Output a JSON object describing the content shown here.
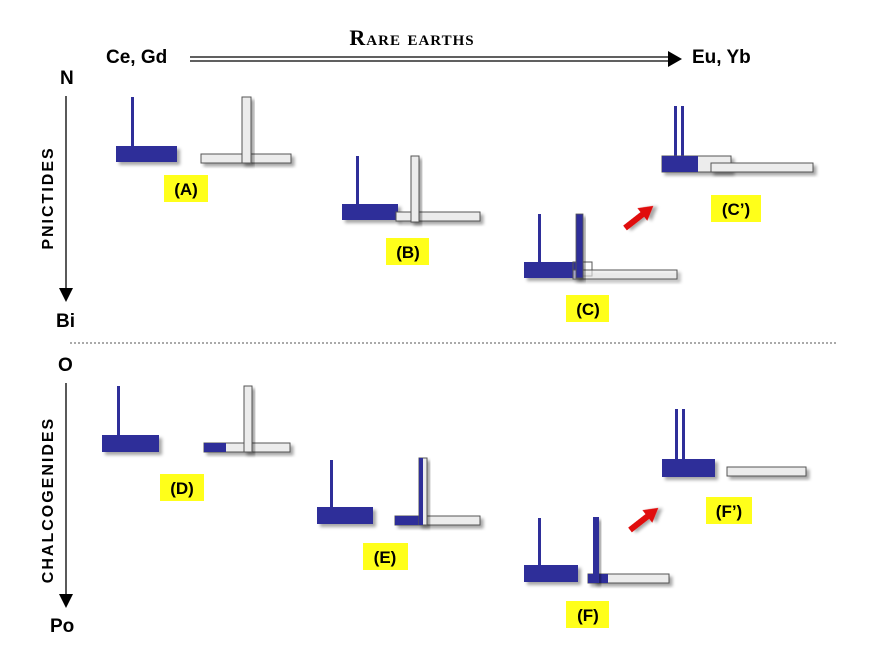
{
  "header": {
    "title": "Rare earths",
    "left_label": "Ce, Gd",
    "right_label": "Eu, Yb"
  },
  "pnictides": {
    "axis_label": "PNICTIDES",
    "top_label": "N",
    "bottom_label": "Bi"
  },
  "chalcogenides": {
    "axis_label": "CHALCOGENIDES",
    "top_label": "O",
    "bottom_label": "Po"
  },
  "labels": {
    "A": "(A)",
    "B": "(B)",
    "C": "(C)",
    "Cp": "(C’)",
    "D": "(D)",
    "E": "(E)",
    "F": "(F)",
    "Fp": "(F’)"
  },
  "colors": {
    "blue": "#2e2e99",
    "gray_fill": "#ececec",
    "gray_stroke": "#555555",
    "label_bg": "#ffff1a",
    "arrow_red": "#e01010"
  }
}
